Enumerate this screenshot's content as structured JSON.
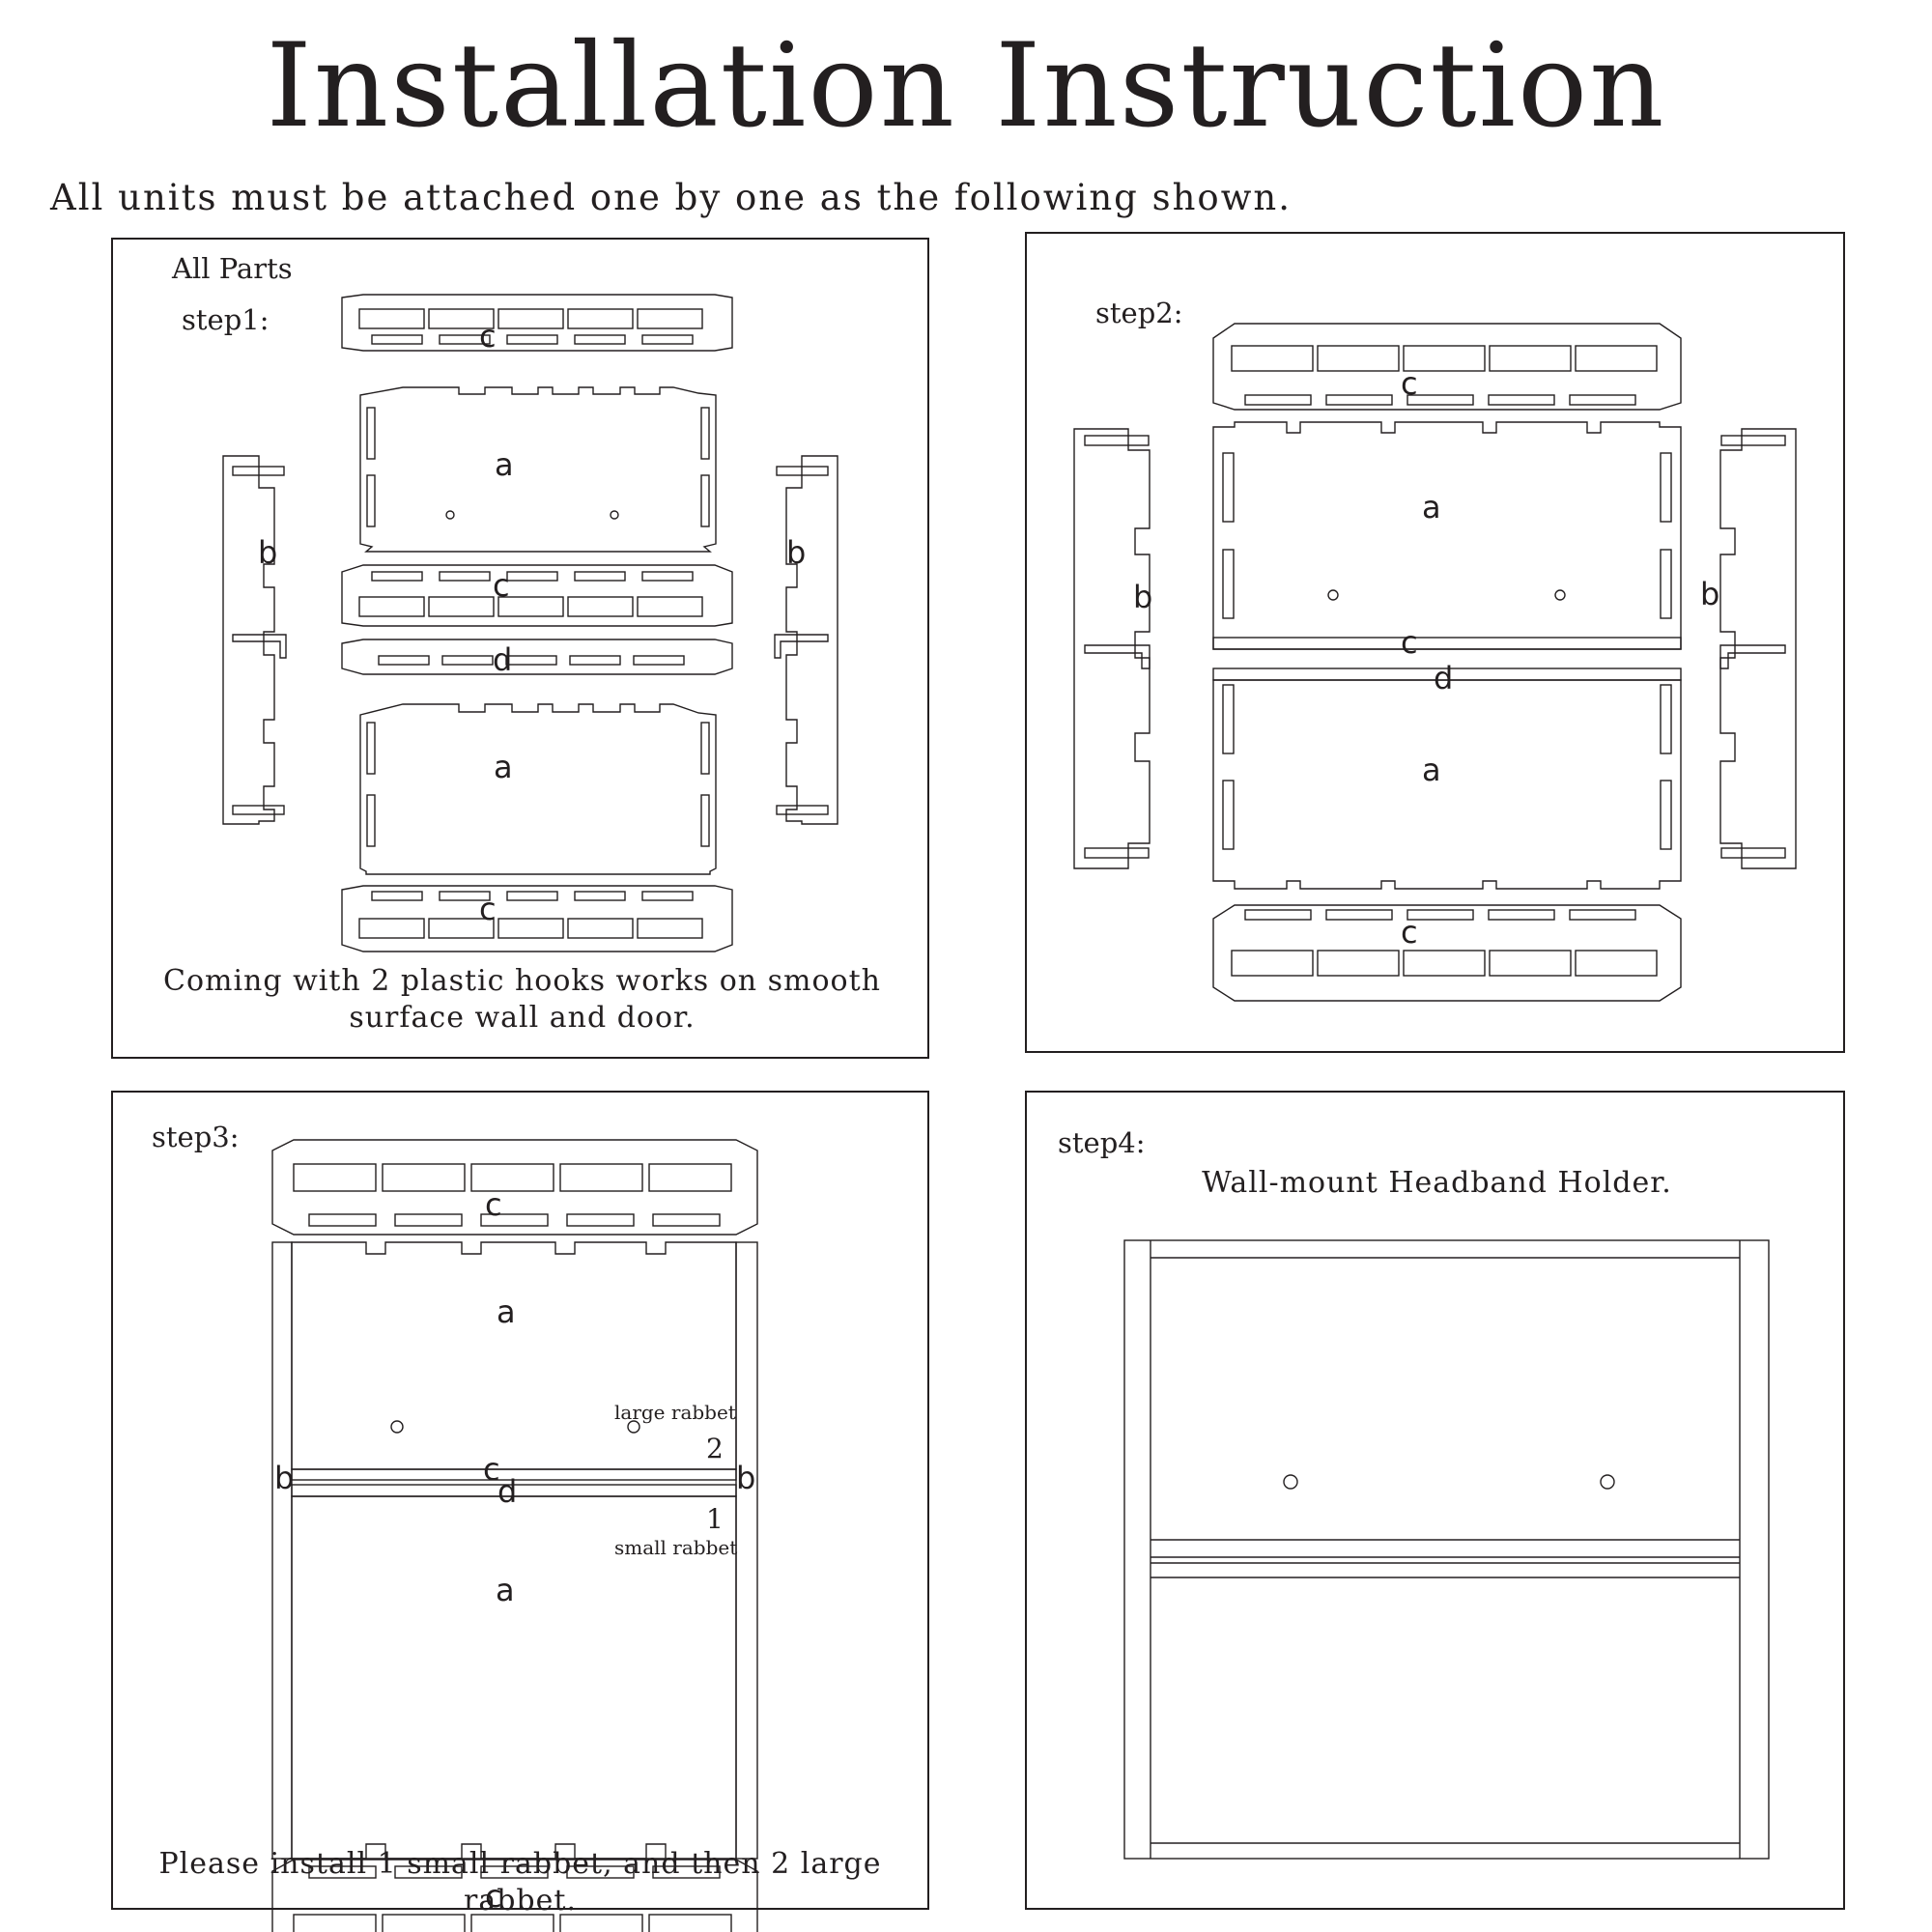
{
  "title": "Installation  Instruction",
  "subtitle": "All units must be attached one by one as the following shown.",
  "step1": {
    "heading": "All Parts",
    "step_label": "step1:",
    "parts": [
      "c",
      "a",
      "b",
      "b",
      "c",
      "d",
      "a",
      "c"
    ],
    "caption_line1": "Coming with 2 plastic hooks works on smooth",
    "caption_line2": "surface wall and door."
  },
  "step2": {
    "step_label": "step2:",
    "parts": [
      "c",
      "a",
      "b",
      "b",
      "c",
      "d",
      "a",
      "c"
    ]
  },
  "step3": {
    "step_label": "step3:",
    "parts": [
      "c",
      "a",
      "b",
      "b",
      "c",
      "d",
      "a",
      "c"
    ],
    "large_rabbet": "large rabbet",
    "small_rabbet": "small rabbet",
    "num_large": "2",
    "num_small": "1",
    "caption": "Please install 1 small rabbet, and then 2 large rabbet."
  },
  "step4": {
    "step_label": "step4:",
    "product_name": "Wall-mount Headband Holder."
  },
  "colors": {
    "line": "#231f20",
    "background": "#ffffff"
  }
}
